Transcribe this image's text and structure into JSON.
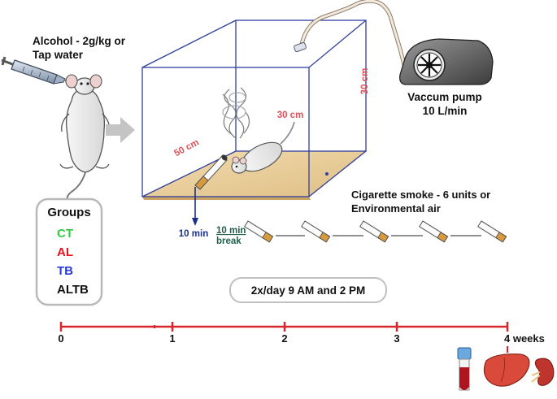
{
  "treatment": {
    "line1": "Alcohol - 2g/kg or",
    "line2": "Tap water"
  },
  "groups": {
    "title": "Groups",
    "items": [
      {
        "label": "CT",
        "color": "#2ecc40"
      },
      {
        "label": "AL",
        "color": "#e8141e"
      },
      {
        "label": "TB",
        "color": "#2b3bd6"
      },
      {
        "label": "ALTB",
        "color": "#111111"
      }
    ]
  },
  "chamber": {
    "width_label": "50 cm",
    "depth_label": "30 cm",
    "height_label": "30 cm"
  },
  "pump": {
    "line1": "Vaccum pump",
    "line2": "10 L/min"
  },
  "smoke": {
    "line1": "Cigarette smoke - 6 units or",
    "line2": "Environmental air"
  },
  "exposure": {
    "duration": "10 min",
    "break_line1": "10 min",
    "break_line2": "break"
  },
  "schedule": "2x/day 9 AM and 2 PM",
  "timeline": {
    "ticks": [
      "0",
      "1",
      "2",
      "3",
      "4 weeks"
    ],
    "color": "#d8262c"
  },
  "colors": {
    "accent_red": "#d8262c",
    "dim_label": "#e0515a",
    "duration_blue": "#1a2f8a",
    "break_green": "#1f5f4a"
  }
}
